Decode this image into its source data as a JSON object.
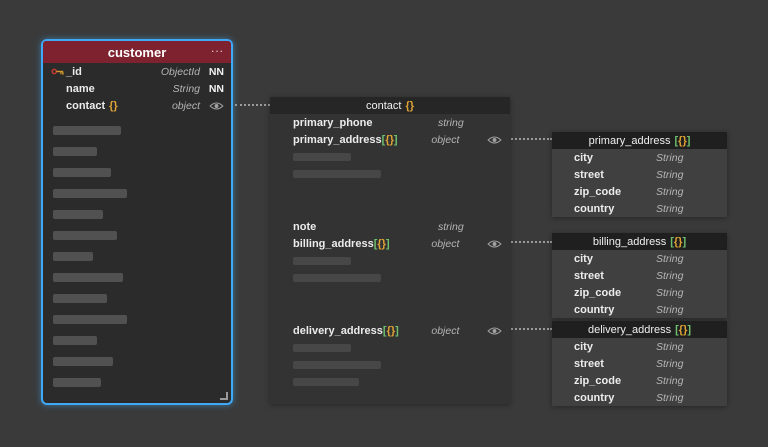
{
  "colors": {
    "selection_blue": "#3fa9f5",
    "customer_header_red": "#7e2230",
    "object_badge_orange": "#e0a434",
    "array_badge_green": "#6ec06e",
    "type_text_gray": "#b5b5b5",
    "connector_gray": "#9a9a9a"
  },
  "badge": {
    "array_open": "[",
    "object": "{}",
    "array_close": "]"
  },
  "customer": {
    "title": "customer",
    "menu": "...",
    "fields": [
      {
        "name": "_id",
        "type": "ObjectId",
        "flag": "NN"
      },
      {
        "name": "name",
        "type": "String",
        "flag": "NN"
      },
      {
        "name": "contact",
        "badge": "{}",
        "type": "object"
      }
    ]
  },
  "contact": {
    "title": "contact",
    "badge": "{}",
    "rows": {
      "primary_phone": {
        "name": "primary_phone",
        "type": "string"
      },
      "primary_address": {
        "name": "primary_address",
        "type": "object"
      },
      "note": {
        "name": "note",
        "type": "string"
      },
      "billing_address": {
        "name": "billing_address",
        "type": "object"
      },
      "delivery_address": {
        "name": "delivery_address",
        "type": "object"
      }
    }
  },
  "addresses": [
    {
      "title": "primary_address"
    },
    {
      "title": "billing_address"
    },
    {
      "title": "delivery_address"
    }
  ],
  "address_fields": [
    {
      "name": "city",
      "type": "String"
    },
    {
      "name": "street",
      "type": "String"
    },
    {
      "name": "zip_code",
      "type": "String"
    },
    {
      "name": "country",
      "type": "String"
    }
  ]
}
